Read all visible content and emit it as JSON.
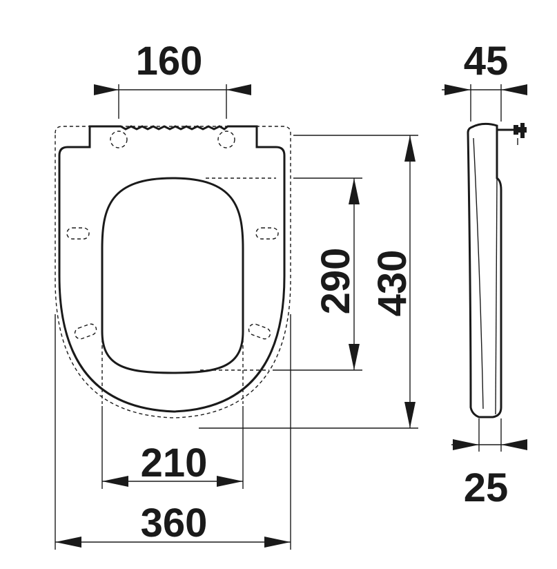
{
  "dimensions": {
    "hinge_spacing": "160",
    "seat_depth": "45",
    "opening_length": "290",
    "overall_length": "430",
    "opening_width": "210",
    "overall_width": "360",
    "front_thickness": "25"
  }
}
